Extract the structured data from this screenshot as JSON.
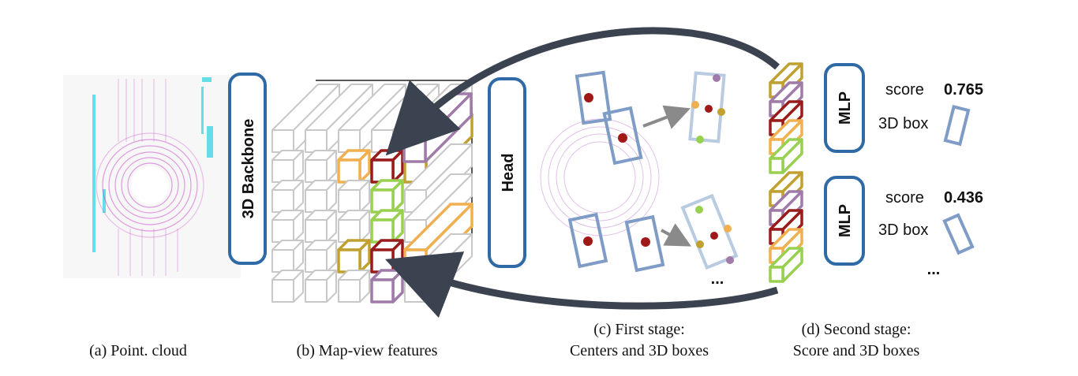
{
  "labels": {
    "backbone": "3D Backbone",
    "head": "Head",
    "mlp_top": "MLP",
    "mlp_bottom": "MLP",
    "score_label_1": "score",
    "score_value_1": "0.765",
    "box_label_1": "3D box",
    "score_label_2": "score",
    "score_value_2": "0.436",
    "box_label_2": "3D box",
    "ellipsis_stage1": "...",
    "ellipsis_stage2": "..."
  },
  "captions": {
    "a": "(a) Point. cloud",
    "b": "(b) Map-view features",
    "c_line1": "(c) First stage:",
    "c_line2": "Centers and 3D boxes",
    "d_line1": "(d) Second stage:",
    "d_line2": "Score and 3D boxes"
  },
  "colors": {
    "box_blue": "#2f6aa6",
    "arrow_dark": "#3b4350",
    "light_blue_box": "#7f9cc6",
    "center_red": "#a01818",
    "feat_gold": "#c0a030",
    "feat_purple": "#a07aa8",
    "feat_darkred": "#991c1c",
    "feat_orange": "#f0b050",
    "feat_green": "#98d050",
    "grid_gray": "#c8c8c8",
    "points_magenta": "#c84fc8",
    "points_cyan": "#40d8e0"
  }
}
